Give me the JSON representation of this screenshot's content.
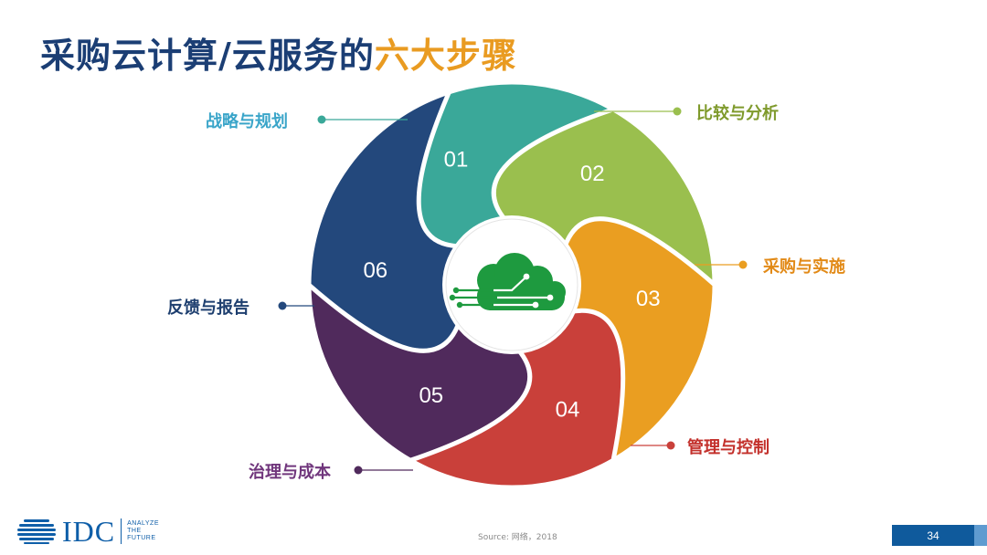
{
  "title": {
    "main": "采购云计算/云服务的",
    "accent": "六大步骤"
  },
  "colors": {
    "title_main": "#1b3e74",
    "title_accent": "#e99b21",
    "cloud": "#1e9a3f"
  },
  "steps": [
    {
      "number": "01",
      "label": "战略与规划",
      "color": "#3aa899",
      "label_color": "#3aa5c9"
    },
    {
      "number": "02",
      "label": "比较与分析",
      "color": "#9abf4e",
      "label_color": "#7f9a2c"
    },
    {
      "number": "03",
      "label": "采购与实施",
      "color": "#ea9e21",
      "label_color": "#e28a17"
    },
    {
      "number": "04",
      "label": "管理与控制",
      "color": "#c9403a",
      "label_color": "#c3302b"
    },
    {
      "number": "05",
      "label": "治理与成本",
      "color": "#502a5c",
      "label_color": "#70367c"
    },
    {
      "number": "06",
      "label": "反馈与报告",
      "color": "#23487c",
      "label_color": "#1e3f6f"
    }
  ],
  "center_icon": "cloud-circuit-icon",
  "footer": {
    "logo_text": "IDC",
    "tagline": [
      "ANALYZE",
      "THE",
      "FUTURE"
    ],
    "source": "Source: 网络，2018",
    "page_number": "34"
  }
}
